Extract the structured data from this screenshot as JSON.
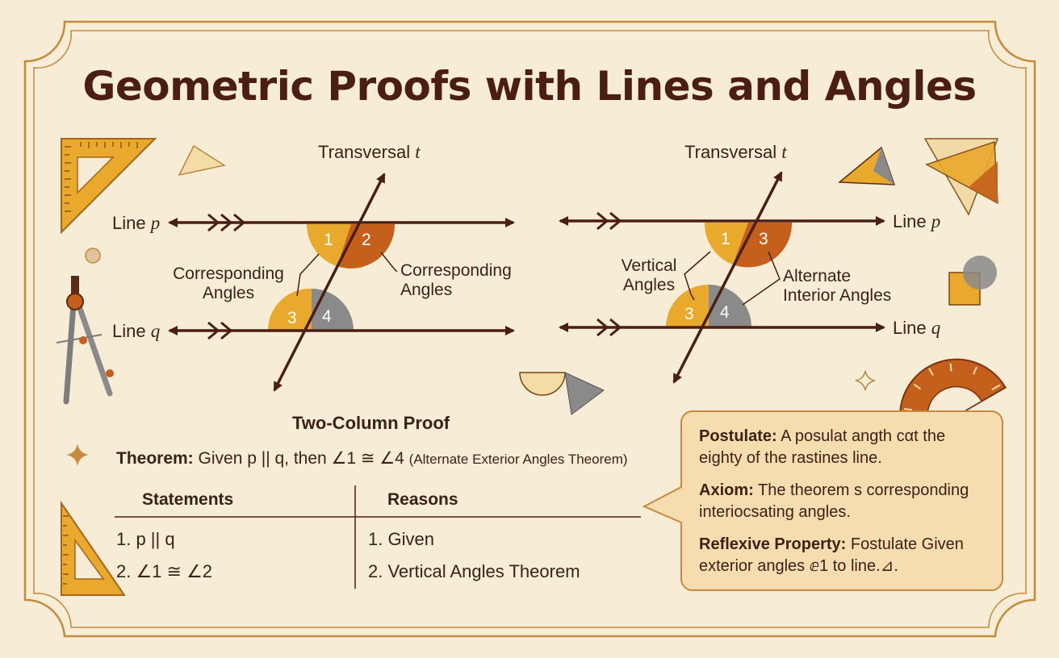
{
  "title": "Geometric Proofs with Lines and Angles",
  "left_diagram": {
    "transversal": "Transversal",
    "transversal_var": "t",
    "line_p": "Line",
    "line_p_var": "p",
    "line_q": "Line",
    "line_q_var": "q",
    "angles": [
      "1",
      "2",
      "3",
      "4"
    ],
    "annotation_left": "Corresponding\nAngles",
    "annotation_right": "Corresponding\nAngles"
  },
  "right_diagram": {
    "transversal": "Transversal",
    "transversal_var": "t",
    "line_p": "Line",
    "line_p_var": "p",
    "line_q": "Line",
    "line_q_var": "q",
    "angles": [
      "1",
      "3",
      "3",
      "4"
    ],
    "annotation_left": "Vertical\nAngles",
    "annotation_right": "Alternate\nInterior Angles"
  },
  "proof": {
    "title": "Two-Column Proof",
    "theorem_label": "Theorem:",
    "theorem_text": "Given p || q, then ∠1 ≅ ∠4",
    "theorem_paren": "(Alternate Exterior Angles Theorem)",
    "headers": [
      "Statements",
      "Reasons"
    ],
    "statements": [
      "1.  p || q",
      "2.  ∠1 ≅ ∠2"
    ],
    "reasons": [
      "1.  Given",
      "2.  Vertical Angles Theorem"
    ]
  },
  "callout": {
    "items": [
      {
        "label": "Postulate:",
        "text": "A posulat angth cαt the eighty of the rastines line."
      },
      {
        "label": "Axiom:",
        "text": "The theorem s corresponding interiocsating angles."
      },
      {
        "label": "Reflexive Property:",
        "text": "Fostulate Given exterior angles ⅇ1 to line.⊿."
      }
    ]
  },
  "colors": {
    "background": "#f7ecd6",
    "border": "#c58a3c",
    "ink": "#4a1e12",
    "amber": "#e9a92c",
    "rust": "#c4601c",
    "gray": "#8a8a8a",
    "callout_fill": "#f6ddb0"
  },
  "icons": [
    "set-square-icon",
    "compass-icon",
    "protractor-icon",
    "triangle-icon",
    "sparkle-icon"
  ]
}
